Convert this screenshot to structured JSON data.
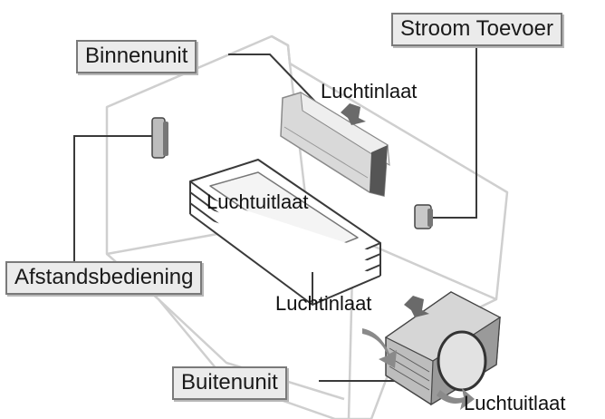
{
  "labels": {
    "indoor_unit": "Binnenunit",
    "power_supply": "Stroom Toevoer",
    "remote_control": "Afstandsbediening",
    "outdoor_unit": "Buitenunit",
    "indoor_air_inlet": "Luchtinlaat",
    "indoor_air_outlet": "Luchtuitlaat",
    "outdoor_air_inlet": "Luchtinlaat",
    "outdoor_air_outlet": "Luchtuitlaat"
  },
  "colors": {
    "label_box_fill": "#ebebeb",
    "label_box_border": "#7a7a7a",
    "line": "#3a3a3a",
    "text": "#111111"
  }
}
